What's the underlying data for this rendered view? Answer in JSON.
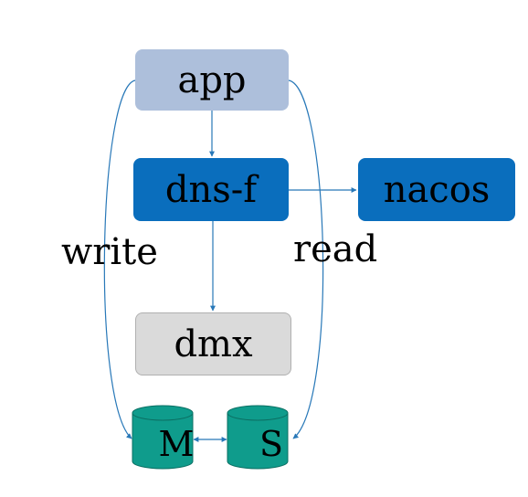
{
  "nodes": {
    "app": {
      "label": "app",
      "color": "#adbfdb"
    },
    "dns_f": {
      "label": "dns-f",
      "color": "#0a6ebd"
    },
    "nacos": {
      "label": "nacos",
      "color": "#0a6ebd"
    },
    "dmx": {
      "label": "dmx",
      "color": "#dadada"
    }
  },
  "databases": {
    "master": {
      "label": "M",
      "color": "#0f9c8c"
    },
    "slave": {
      "label": "S",
      "color": "#0f9c8c"
    }
  },
  "edges": {
    "write_label": "write",
    "read_label": "read",
    "line_color": "#2878b8"
  }
}
